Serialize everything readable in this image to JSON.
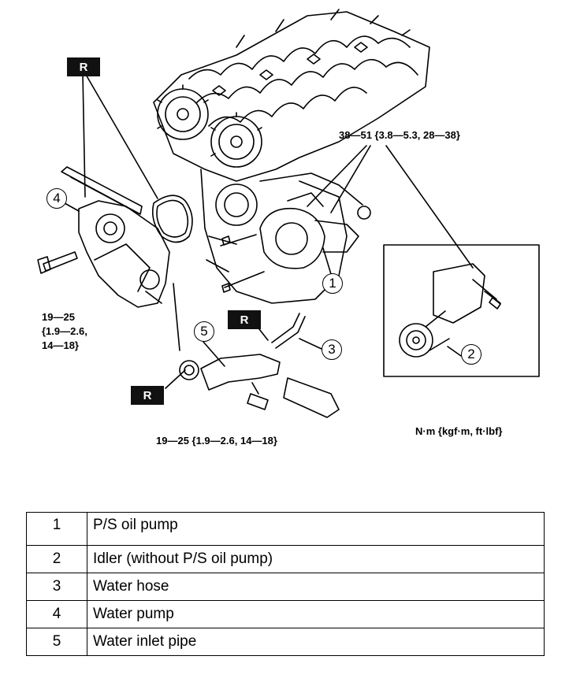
{
  "labels": {
    "r_marker": "R",
    "torque_pump_line1": "38—51 {3.8—5.3, 28—38}",
    "torque_left_line1": "19—25",
    "torque_left_line2": "{1.9—2.6,",
    "torque_left_line3": "14—18}",
    "torque_bottom": "19—25 {1.9—2.6, 14—18}",
    "units": "N·m {kgf·m, ft·lbf}"
  },
  "callouts": [
    "1",
    "2",
    "3",
    "4",
    "5"
  ],
  "parts": [
    {
      "num": "1",
      "name": "P/S oil pump"
    },
    {
      "num": "2",
      "name": "Idler (without P/S oil pump)"
    },
    {
      "num": "3",
      "name": "Water hose"
    },
    {
      "num": "4",
      "name": "Water pump"
    },
    {
      "num": "5",
      "name": "Water inlet pipe"
    }
  ]
}
